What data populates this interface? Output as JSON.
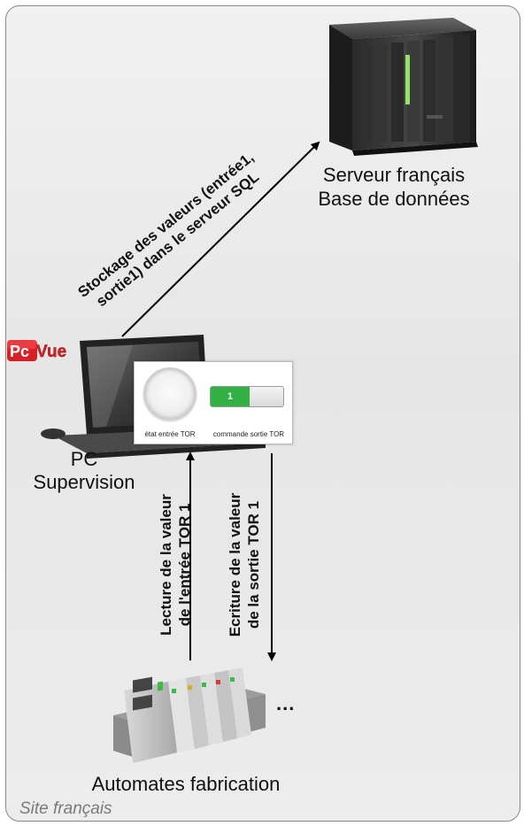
{
  "server": {
    "label_line1": "Serveur français",
    "label_line2": "Base de données"
  },
  "pc": {
    "label_line1": "PC",
    "label_line2": "Supervision",
    "logo_text": "PcVue"
  },
  "hmi": {
    "led_caption": "état entrée TOR",
    "toggle_value": "1",
    "toggle_caption": "commande sortie TOR",
    "toggle_on_color": "#33b044"
  },
  "arrows": {
    "storage_line1": "Stockage des valeurs (entrée1,",
    "storage_line2": "sortie1) dans le serveur SQL",
    "read_line1": "Lecture de la valeur",
    "read_line2": "de l'entrée TOR 1",
    "write_line1": "Ecriture de la valeur",
    "write_line2": "de la sortie TOR 1"
  },
  "plc": {
    "label": "Automates fabrication",
    "ellipsis": "..."
  },
  "site": {
    "label": "Site français"
  }
}
